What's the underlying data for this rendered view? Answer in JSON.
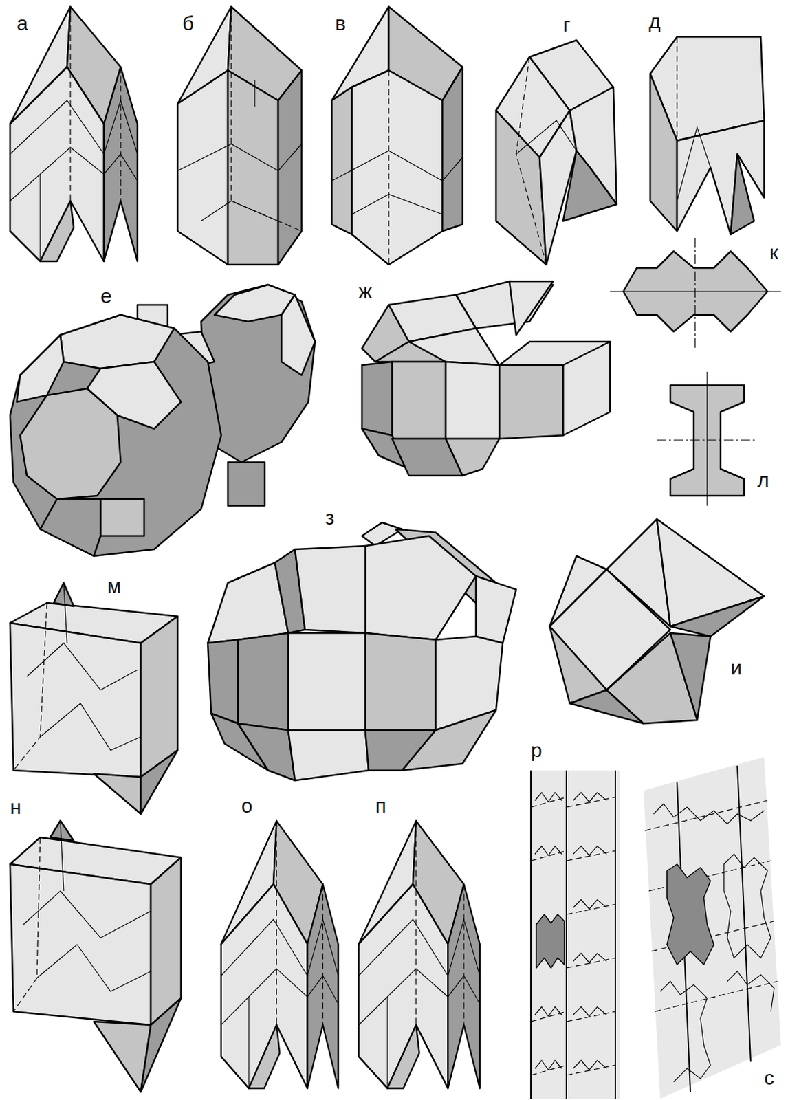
{
  "diagram": {
    "labels": [
      "а",
      "б",
      "в",
      "г",
      "д",
      "к",
      "е",
      "ж",
      "л",
      "з",
      "м",
      "и",
      "н",
      "о",
      "п",
      "р",
      "с"
    ]
  }
}
